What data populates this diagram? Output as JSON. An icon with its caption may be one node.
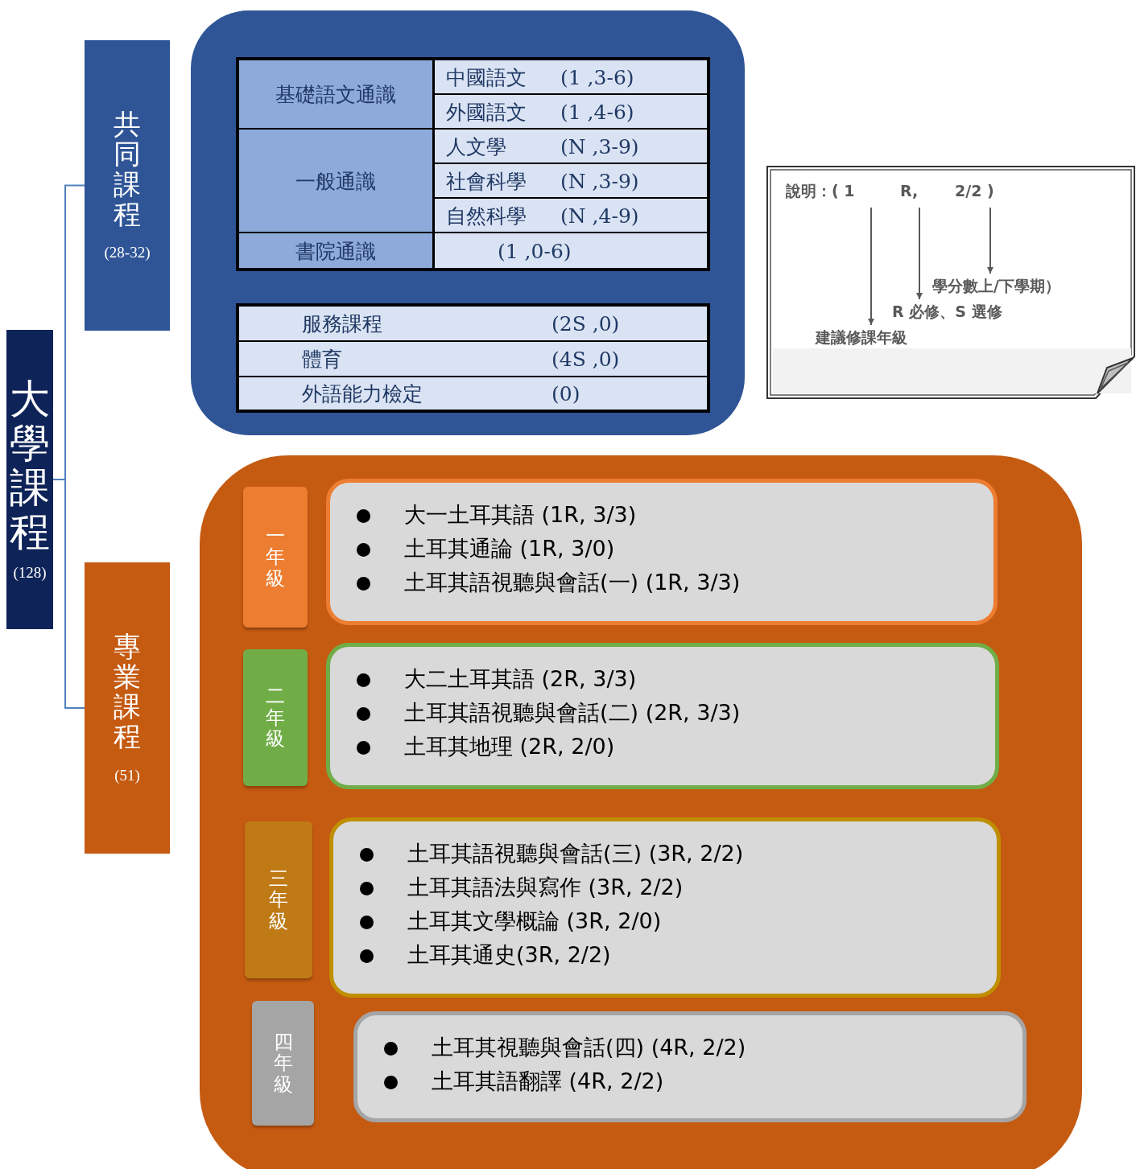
{
  "diagram": {
    "nodes": [
      {
        "text": [
          "大學課程",
          "(128)"
        ]
      },
      {
        "text": [
          "共同課程",
          "(28-32)"
        ]
      },
      {
        "text": [
          "專業課程",
          "(51)"
        ]
      },
      {
        "text": [],
        "shape": "box"
      },
      {
        "text": [],
        "shape": "box"
      },
      {
        "text": [
          "說明：( 1"
        ],
        "in": 4
      },
      {
        "text": [
          "R,"
        ],
        "in": 4
      },
      {
        "text": [
          "2/2 )"
        ],
        "in": 4
      },
      {
        "text": [
          "學分數上/下學期）"
        ],
        "in": 4
      },
      {
        "text": [
          "R 必修、S 選修"
        ],
        "in": 4
      },
      {
        "text": [
          "建議修課年級"
        ],
        "in": 4
      },
      {
        "text": [],
        "shape": "box"
      },
      {
        "text": [
          "一年級"
        ],
        "in": 11
      },
      {
        "text": [
          "大一土耳其語 (1R, 3/3)",
          "土耳其通論 (1R, 3/0)",
          "土耳其語視聽與會話(一) (1R, 3/3)"
        ],
        "in": 11
      },
      {
        "text": [
          "二年級"
        ],
        "in": 11
      },
      {
        "text": [
          "大二土耳其語 (2R, 3/3)",
          "土耳其語視聽與會話(二) (2R, 3/3)",
          "土耳其地理 (2R, 2/0)"
        ],
        "in": 11
      },
      {
        "text": [
          "三年級"
        ],
        "in": 11
      },
      {
        "text": [
          "土耳其語視聽與會話(三) (3R, 2/2)",
          "土耳其語法與寫作 (3R, 2/2)",
          "土耳其文學概論 (3R, 2/0)",
          "土耳其通史(3R, 2/2)"
        ],
        "in": 11
      },
      {
        "text": [
          "四年級"
        ],
        "in": 11
      },
      {
        "text": [
          "土耳其視聽與會話(四) (4R, 2/2)",
          "土耳其語翻譯 (4R, 2/2)"
        ],
        "in": 11
      }
    ],
    "edges": [
      {
        "from": 0,
        "to": 1,
        "arrow": "none",
        "color": "#4f81bd"
      },
      {
        "from": 0,
        "to": 2,
        "arrow": "none",
        "color": "#4f81bd"
      },
      {
        "from": 5,
        "to": 10,
        "arrow": "to"
      },
      {
        "from": 6,
        "to": 9,
        "arrow": "to"
      },
      {
        "from": 7,
        "to": 8,
        "arrow": "to"
      }
    ],
    "labels": [
      "基礎語文通識",
      "中國語文",
      "(1 ,3-6)",
      "外國語文",
      "(1 ,4-6)",
      "一般通識",
      "人文學",
      "(N ,3-9)",
      "社會科學",
      "(N ,3-9)",
      "自然科學",
      "(N ,4-9)",
      "書院通識",
      "(1 ,0-6)",
      "服務課程",
      "(2S ,0)",
      "體育",
      "(4S ,0)",
      "外語能力檢定",
      "(0)"
    ]
  }
}
